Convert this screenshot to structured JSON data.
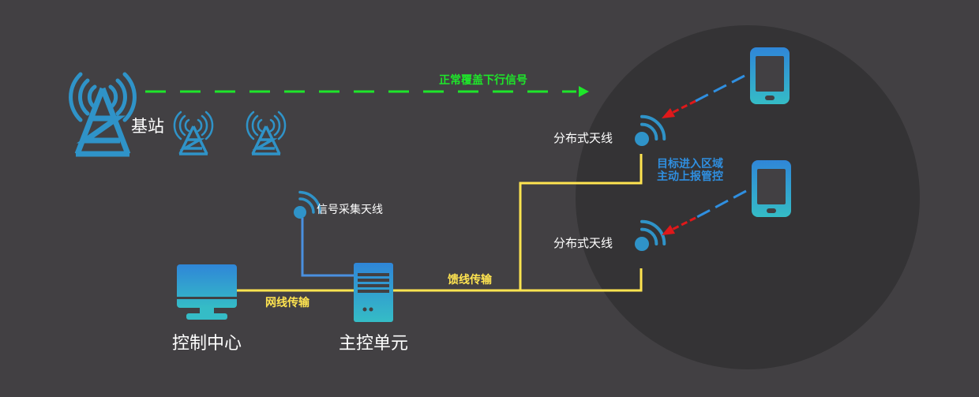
{
  "labels": {
    "base_station": "基站",
    "downlink": "正常覆盖下行信号",
    "dist_antenna_1": "分布式天线",
    "dist_antenna_2": "分布式天线",
    "target_line1": "目标进入区域",
    "target_line2": "主动上报管控",
    "collect_antenna": "信号采集天线",
    "feeder": "馈线传输",
    "network": "网线传输",
    "control_center": "控制中心",
    "main_unit": "主控单元"
  },
  "colors": {
    "background": "#424043",
    "coverage_circle": "#343335",
    "tower": "#2f93c8",
    "downlink_arrow": "#1ee62a",
    "feeder_line": "#ffe450",
    "collect_line": "#4a90e0",
    "phone_top": "#2f8fd8",
    "phone_bottom": "#33b8c8",
    "uplink_dash": "#2f8fe0",
    "uplink_arrow": "#e0181a",
    "target_text": "#2f8fe0",
    "white_text": "#ffffff"
  },
  "icons": {
    "big_tower": "cell-tower-icon",
    "small_tower": "cell-tower-icon",
    "antenna": "wifi-antenna-icon",
    "phone": "smartphone-icon",
    "monitor": "monitor-icon",
    "server": "server-icon"
  }
}
